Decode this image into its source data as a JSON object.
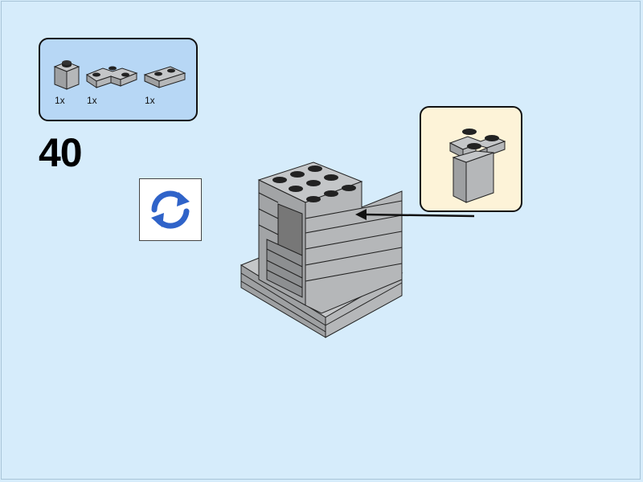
{
  "parts_list": {
    "items": [
      {
        "icon": "brick-1x1-icon",
        "quantity": "1x"
      },
      {
        "icon": "plate-corner-2x2-icon",
        "quantity": "1x"
      },
      {
        "icon": "plate-1x2-icon",
        "quantity": "1x"
      }
    ]
  },
  "step": {
    "number": "40"
  },
  "rotate_hint": {
    "icon": "rotate-model-icon"
  },
  "subassembly": {
    "icon": "brick-with-corner-plate-icon"
  },
  "colors": {
    "background": "#d6ecfb",
    "parts_callout": "#b7d7f5",
    "subassembly_callout": "#fdf3d8",
    "brick_gray": "#a9abad",
    "rotate_arrows": "#2f63c9"
  }
}
